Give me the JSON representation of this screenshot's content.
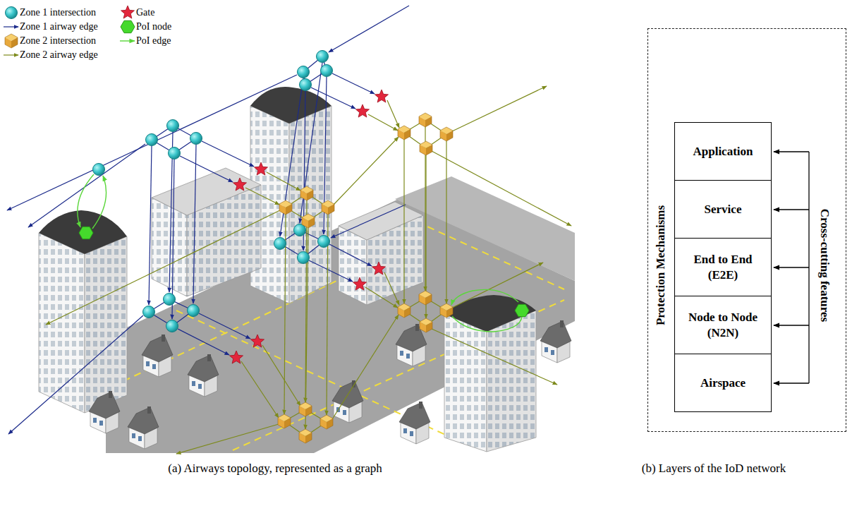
{
  "diagram": {
    "nodes": [
      {
        "text": [
          "Protection Mechanisms",
          "Cross-cutting features"
        ]
      },
      {
        "text": [
          "Application"
        ],
        "in": 0
      },
      {
        "text": [
          "Service"
        ],
        "in": 0
      },
      {
        "text": [
          "End to End (E2E)"
        ],
        "in": 0
      },
      {
        "text": [
          "Node to Node (N2N)"
        ],
        "in": 0
      },
      {
        "text": [
          "Airspace"
        ],
        "in": 0
      }
    ],
    "labels": [
      "(a) Airways topology, represented as a graph",
      "(b) Layers of the IoD network"
    ],
    "legend": [
      {
        "text": "Zone 1 intersection"
      },
      {
        "text": "Gate"
      },
      {
        "text": "Zone 1 airway edge"
      },
      {
        "text": "PoI node"
      },
      {
        "text": "Zone 2 intersection"
      },
      {
        "text": "PoI edge"
      },
      {
        "text": "Zone 2 airway edge"
      }
    ]
  }
}
